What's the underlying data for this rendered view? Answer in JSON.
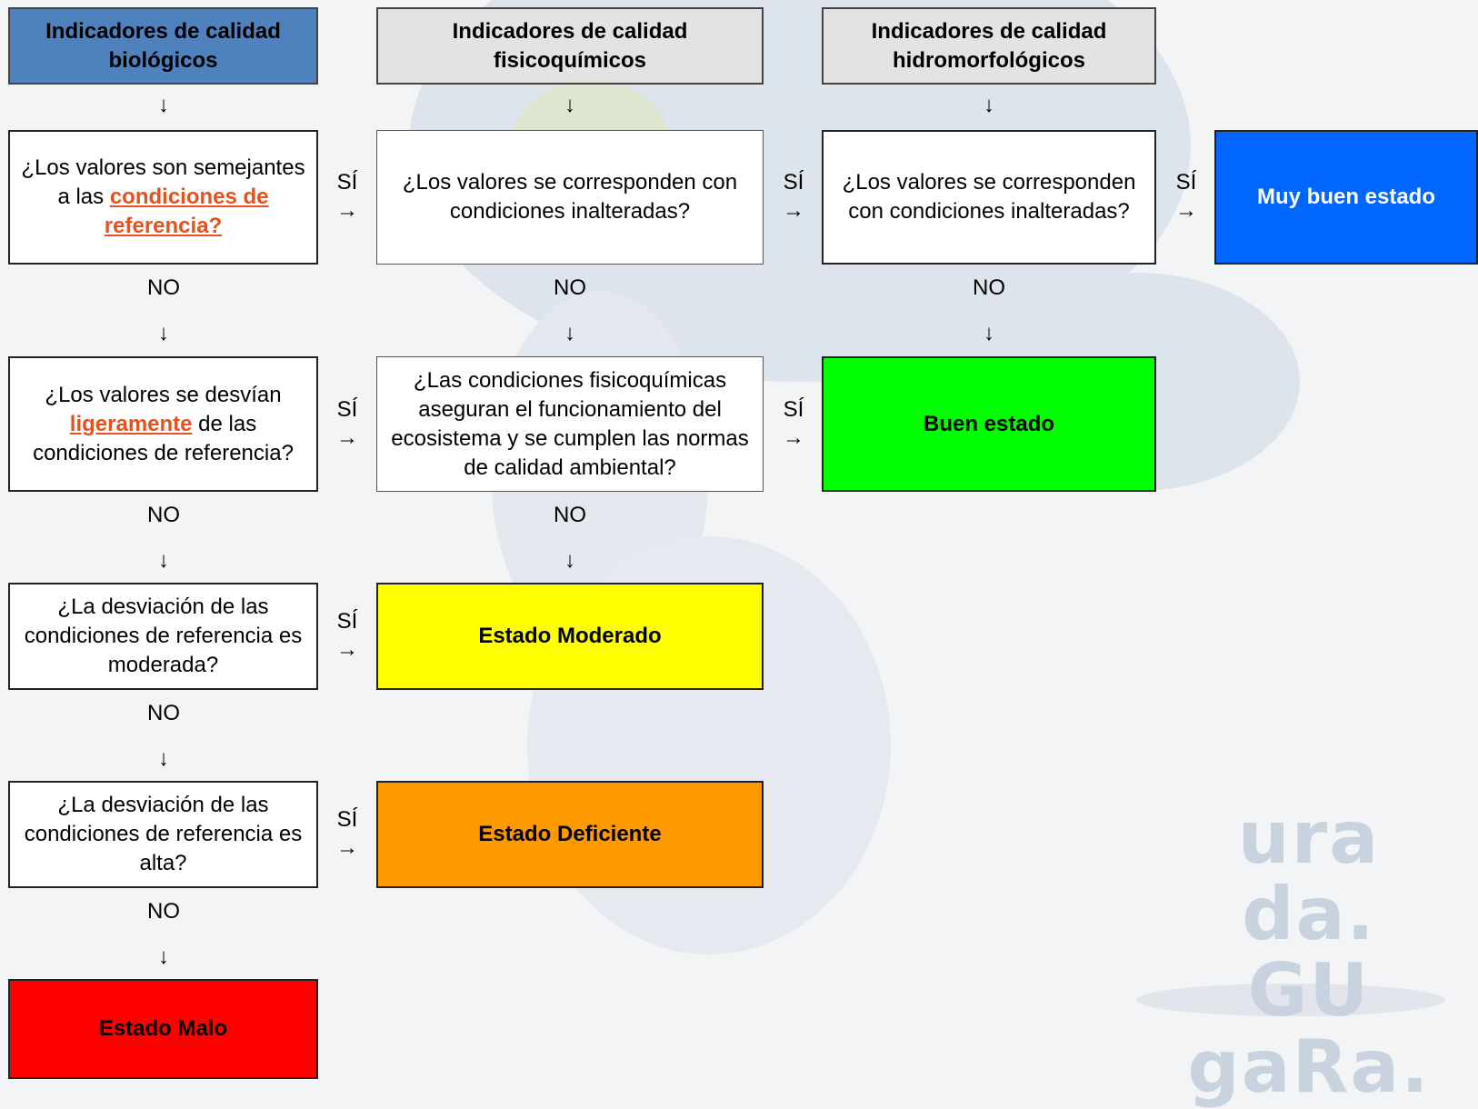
{
  "columns": [
    {
      "id": "bio",
      "header": "Indicadores de calidad biológicos"
    },
    {
      "id": "fq",
      "header": "Indicadores de calidad fisicoquímicos"
    },
    {
      "id": "hm",
      "header": "Indicadores de calidad hidromorfológicos"
    }
  ],
  "questions": {
    "bio1": {
      "before": "¿Los valores son semejantes a las ",
      "highlight": "condiciones de referencia?",
      "after": ""
    },
    "bio2": {
      "before": "¿Los valores se desvían ",
      "highlight": "ligeramente",
      "after": " de las condiciones de referencia?"
    },
    "bio3": "¿La desviación de las condiciones de referencia es moderada?",
    "bio4": "¿La desviación de las condiciones de referencia es alta?",
    "fq1": "¿Los valores se corresponden con condiciones inalteradas?",
    "fq2": "¿Las condiciones fisicoquímicas aseguran el funcionamiento del ecosistema y se cumplen las normas de calidad ambiental?",
    "hm1": "¿Los valores se corresponden con condiciones inalteradas?"
  },
  "results": {
    "muy_bueno": {
      "label": "Muy buen estado",
      "color": "#0066ff",
      "text_color": "#ffffff"
    },
    "bueno": {
      "label": "Buen estado",
      "color": "#00ff00",
      "text_color": "#000000"
    },
    "moderado": {
      "label": "Estado Moderado",
      "color": "#ffff00",
      "text_color": "#000000"
    },
    "deficiente": {
      "label": "Estado Deficiente",
      "color": "#ff9900",
      "text_color": "#000000"
    },
    "malo": {
      "label": "Estado Malo",
      "color": "#ff0000",
      "text_color": "#000000"
    }
  },
  "labels": {
    "yes": "SÍ",
    "no": "NO",
    "arrow_down": "↓",
    "arrow_right": "→"
  },
  "logo": {
    "line1": "ura da.",
    "line2": "GU gaRa."
  }
}
